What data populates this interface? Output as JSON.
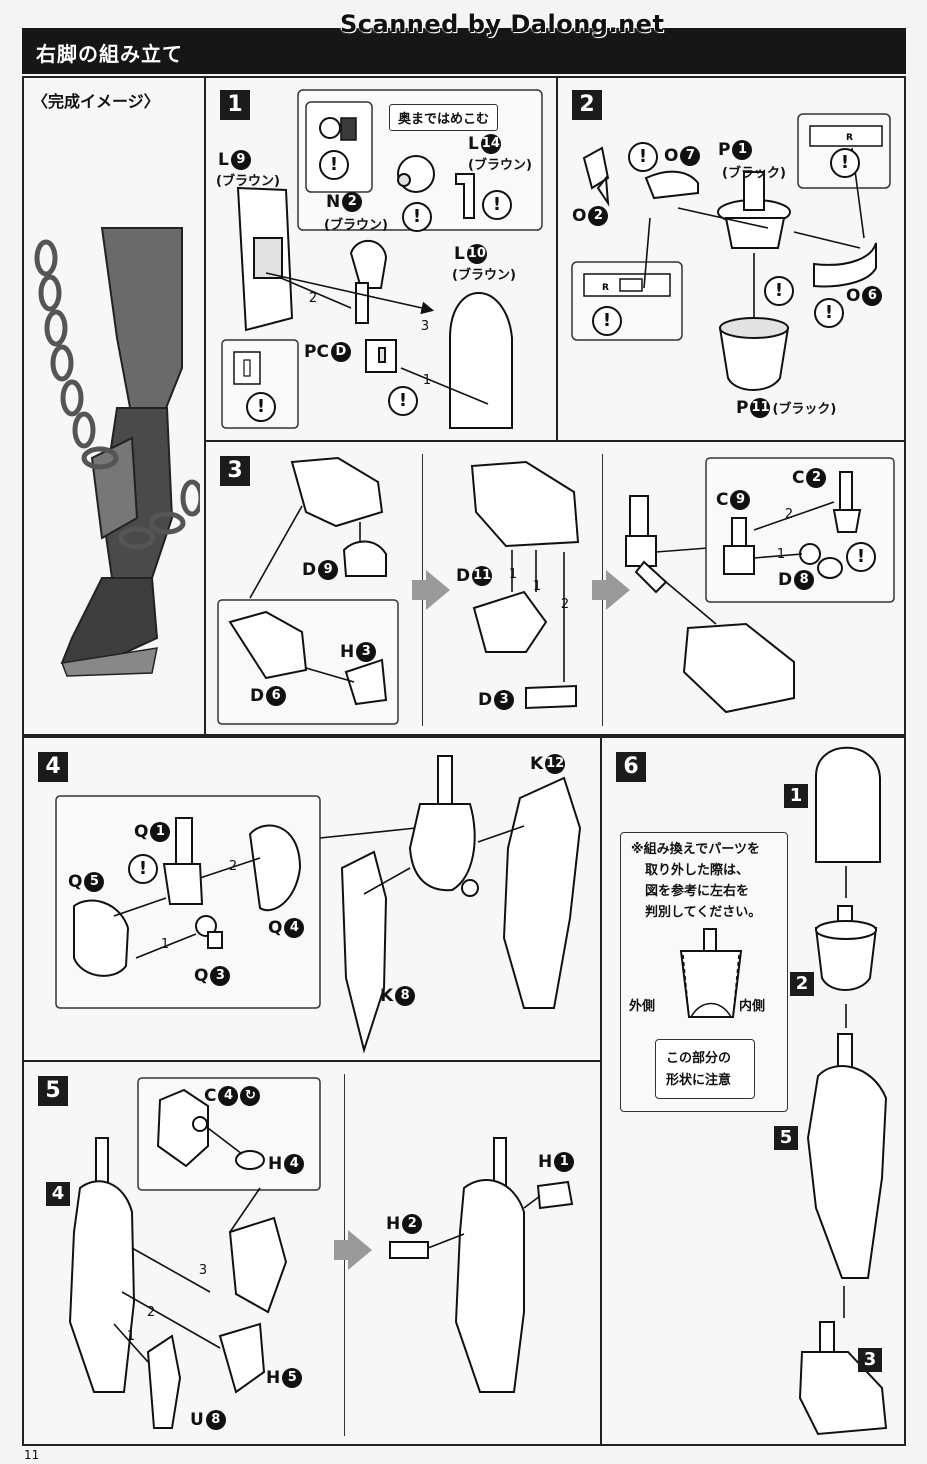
{
  "header": {
    "title": "右脚の組み立て",
    "watermark": "Scanned by Dalong.net"
  },
  "page_number": "11",
  "completion": {
    "label": "〈完成イメージ〉"
  },
  "steps": {
    "s1": {
      "number": "1",
      "callout": "奥まではめこむ",
      "L9": "L",
      "L9n": "9",
      "L9sub": "(ブラウン)",
      "L14": "L",
      "L14n": "14",
      "L14sub": "(ブラウン)",
      "N2": "N",
      "N2n": "2",
      "N2sub": "(ブラウン)",
      "L10": "L",
      "L10n": "10",
      "L10sub": "(ブラウン)",
      "PCD": "PC",
      "PCDn": "D",
      "seq1": "1",
      "seq2": "2",
      "seq3": "3"
    },
    "s2": {
      "number": "2",
      "O7": "O",
      "O7n": "7",
      "O2": "O",
      "O2n": "2",
      "P1": "P",
      "P1n": "1",
      "P1sub": "(ブラック)",
      "O6": "O",
      "O6n": "6",
      "P11": "P",
      "P11n": "11",
      "P11sub": "(ブラック)",
      "tagR": "R"
    },
    "s3": {
      "number": "3",
      "D9": "D",
      "D9n": "9",
      "D6": "D",
      "D6n": "6",
      "H3": "H",
      "H3n": "3",
      "D11": "D",
      "D11n": "11",
      "D3": "D",
      "D3n": "3",
      "C2": "C",
      "C2n": "2",
      "C9": "C",
      "C9n": "9",
      "D8": "D",
      "D8n": "8",
      "seq1": "1",
      "seq2": "2"
    },
    "s4": {
      "number": "4",
      "Q1": "Q",
      "Q1n": "1",
      "Q5": "Q",
      "Q5n": "5",
      "Q4": "Q",
      "Q4n": "4",
      "Q3": "Q",
      "Q3n": "3",
      "K12": "K",
      "K12n": "12",
      "K8": "K",
      "K8n": "8",
      "seq1": "1",
      "seq2": "2"
    },
    "s5": {
      "number": "5",
      "sub4": "4",
      "C4": "C",
      "C4n": "4",
      "H4": "H",
      "H4n": "4",
      "H5": "H",
      "H5n": "5",
      "U8": "U",
      "U8n": "8",
      "H1": "H",
      "H1n": "1",
      "H2": "H",
      "H2n": "2",
      "seq1": "1",
      "seq2": "2",
      "seq3": "3"
    },
    "s6": {
      "number": "6",
      "note_lines": [
        "※組み換えでパーツを",
        "取り外した際は、",
        "図を参考に左右を",
        "判別してください。"
      ],
      "outer": "外側",
      "inner": "内側",
      "caution_lines": [
        "この部分の",
        "形状に注意"
      ],
      "sub1": "1",
      "sub2": "2",
      "sub5": "5",
      "sub3": "3"
    }
  }
}
